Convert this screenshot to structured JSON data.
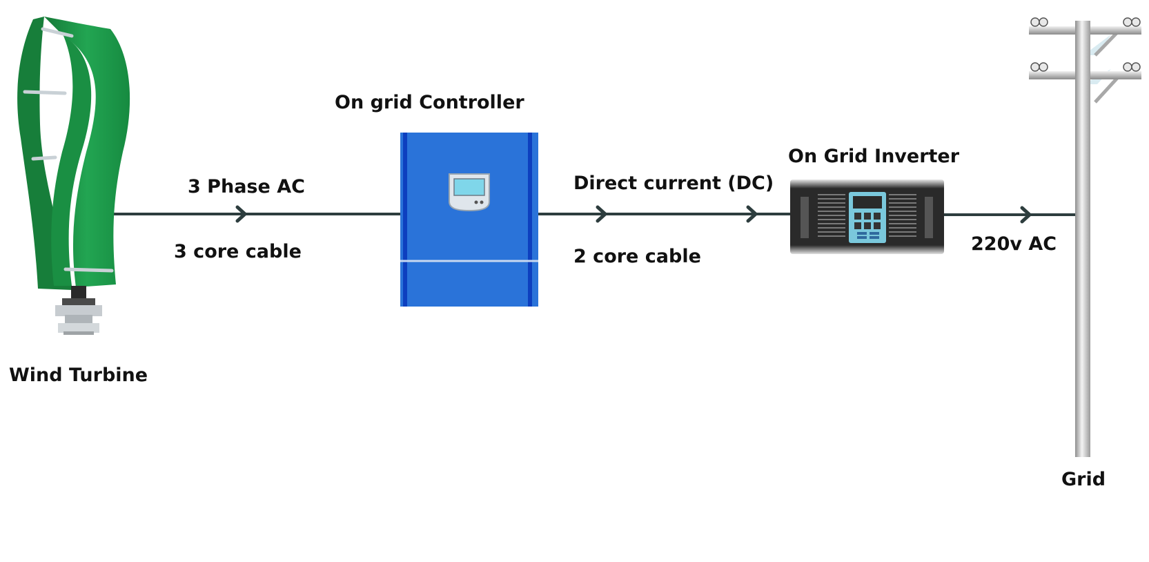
{
  "labels": {
    "wind_turbine": "Wind Turbine",
    "controller": "On grid Controller",
    "inverter": "On Grid Inverter",
    "grid": "Grid",
    "ac_in_top": "3 Phase AC",
    "ac_in_bottom": "3 core cable",
    "dc_top": "Direct current (DC)",
    "dc_bottom": "2 core cable",
    "ac_out": "220v AC"
  },
  "colors": {
    "turbine_green": "#1f9a4a",
    "controller_blue": "#2a73d9",
    "controller_stripe": "#0d3fbf",
    "wire": "#2d3d3e",
    "inverter_body": "#2b2b2b",
    "inverter_screen": "#79cfe3",
    "pole_grey": "#bdbdbd"
  },
  "icons": {
    "turbine": "vertical-axis-wind-turbine-icon",
    "controller": "charge-controller-icon",
    "inverter": "grid-inverter-icon",
    "pole": "utility-pole-icon",
    "flow": "chevron-arrow-icon"
  }
}
